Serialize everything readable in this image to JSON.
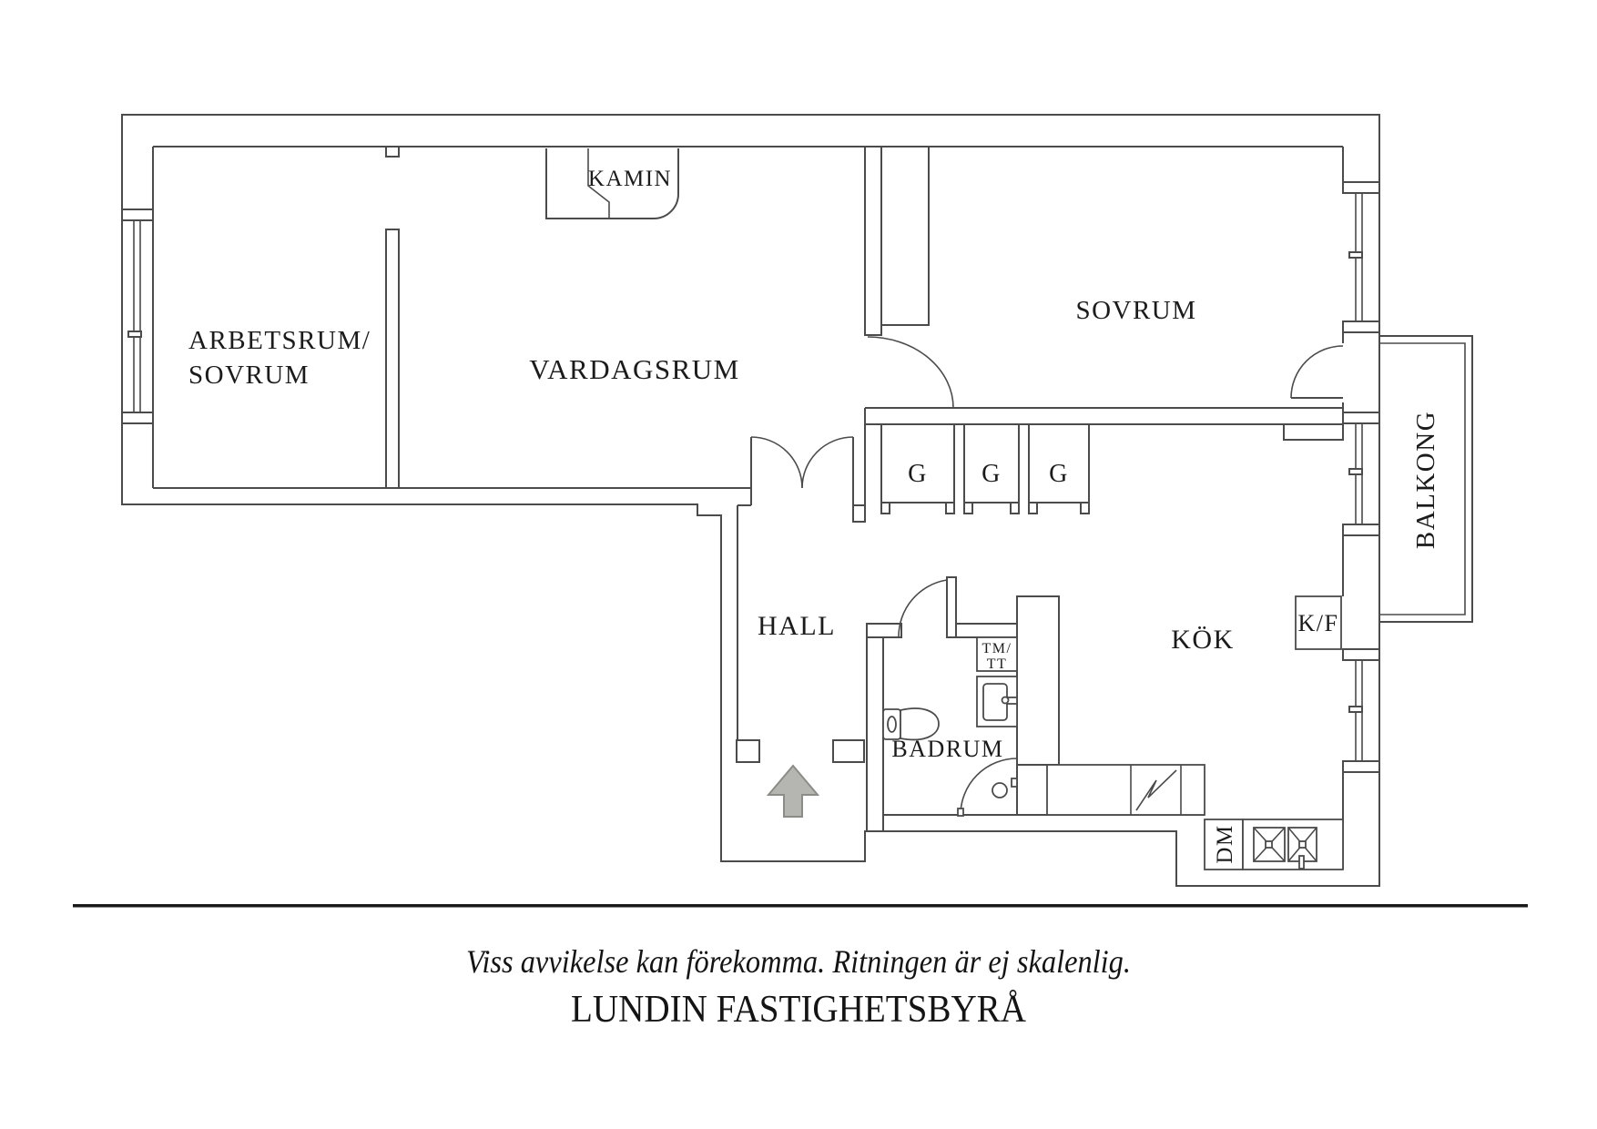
{
  "plan": {
    "rooms": {
      "workroom_line1": "ARBETSRUM/",
      "workroom_line2": "SOVRUM",
      "living_room": "VARDAGSRUM",
      "bedroom": "SOVRUM",
      "hall": "HALL",
      "bathroom": "BADRUM",
      "kitchen": "KÖK",
      "balcony": "BALKONG"
    },
    "fixtures": {
      "fireplace": "KAMIN",
      "wardrobe_1": "G",
      "wardrobe_2": "G",
      "wardrobe_3": "G",
      "washer_dryer_line1": "TM/",
      "washer_dryer_line2": "TT",
      "fridge_freezer": "K/F",
      "dishwasher": "DM"
    },
    "colors": {
      "line": "#4b4b4b",
      "text": "#1b1b1b",
      "arrow_fill": "#b5b5b2"
    }
  },
  "footer": {
    "disclaimer": "Viss avvikelse kan förekomma. Ritningen är ej skalenlig.",
    "brand": "LUNDIN FASTIGHETSBYRÅ"
  }
}
